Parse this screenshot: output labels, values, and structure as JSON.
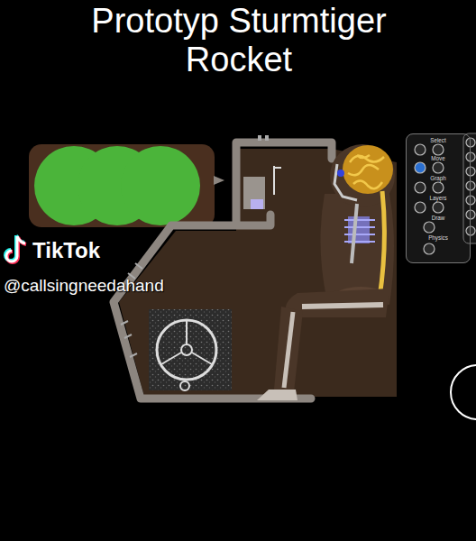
{
  "diagram": {
    "title": "Prototyp Sturmtiger Rocket",
    "nodes": [
      {
        "text": [
          "Select",
          "Move",
          "Graph",
          "Layers",
          "Draw",
          "Physics"
        ]
      }
    ],
    "labels": [
      "TikTok",
      "@callsingneedahand"
    ]
  }
}
